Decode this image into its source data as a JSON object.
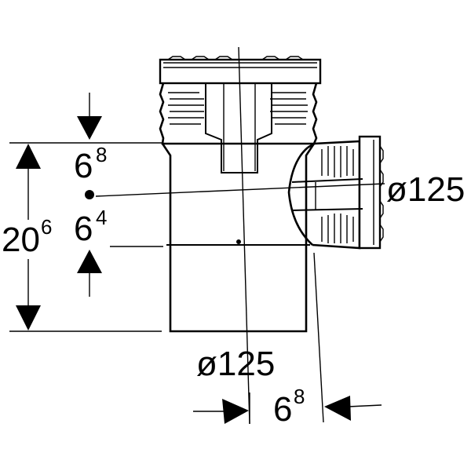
{
  "dimensions": {
    "top_height": {
      "base": "6",
      "sup": "8"
    },
    "bottom_height": {
      "base": "6",
      "sup": "4"
    },
    "total_height": {
      "base": "20",
      "sup": "6"
    },
    "main_diameter": "ø125",
    "branch_diameter": "ø125",
    "branch_offset": {
      "base": "6",
      "sup": "8"
    }
  },
  "colors": {
    "line": "#000000",
    "background": "#ffffff"
  }
}
